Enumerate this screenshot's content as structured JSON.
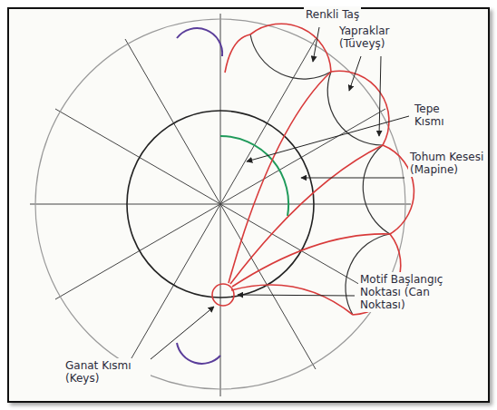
{
  "diagram": {
    "labels": [
      "Renkli Taş",
      "Yapraklar (Tüveyş)",
      "Tepe Kısmı",
      "Tohum Kesesi (Mapine)",
      "Motif Başlangıç Noktası (Can Noktası)",
      "Ganat Kısmı (Keys)"
    ]
  }
}
